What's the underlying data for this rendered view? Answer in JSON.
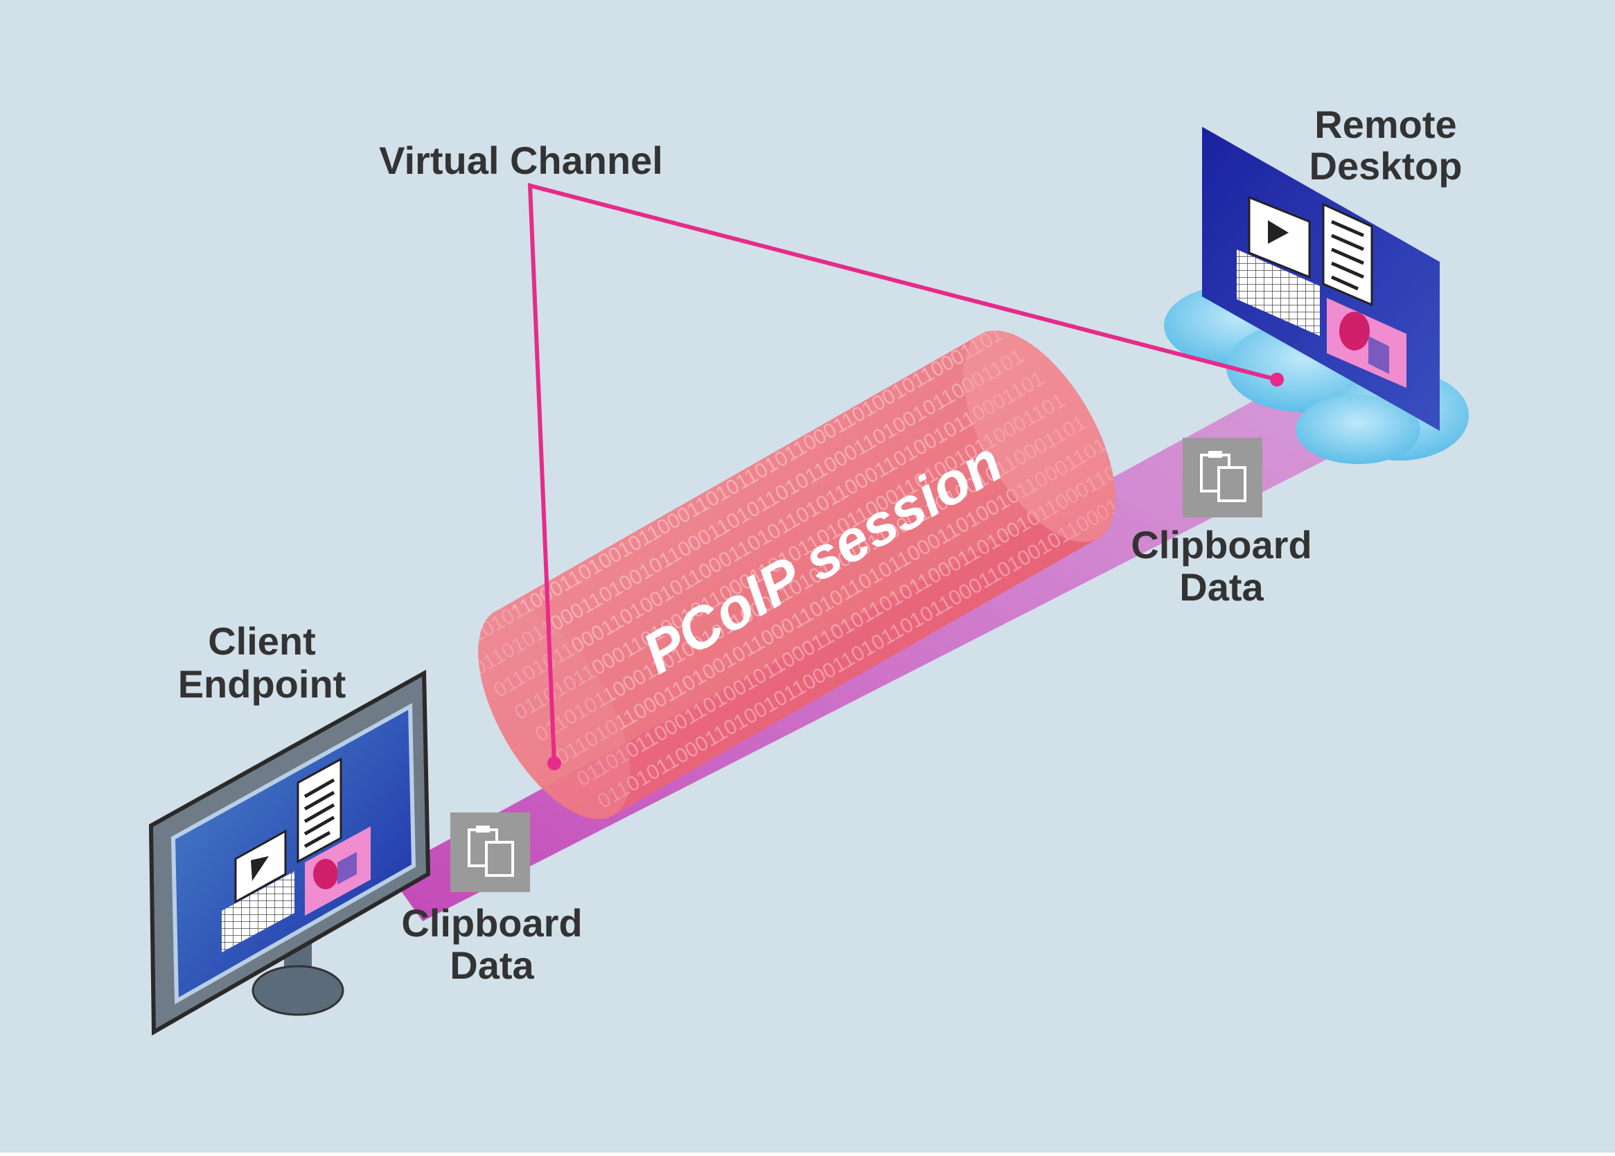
{
  "diagram": {
    "labels": {
      "virtual_channel": "Virtual Channel",
      "remote_desktop_line1": "Remote",
      "remote_desktop_line2": "Desktop",
      "client_endpoint_line1": "Client",
      "client_endpoint_line2": "Endpoint",
      "session": "PCoIP session",
      "clipboard_left_line1": "Clipboard",
      "clipboard_left_line2": "Data",
      "clipboard_right_line1": "Clipboard",
      "clipboard_right_line2": "Data"
    },
    "binary_pattern": "0110101100011010010110001101",
    "icons": {
      "clipboard": "clipboard-icon",
      "video": "video-icon",
      "document": "document-icon",
      "spreadsheet": "spreadsheet-icon",
      "shapes": "shapes-icon",
      "cloud": "cloud-icon",
      "monitor": "monitor-icon"
    },
    "colors": {
      "background": "#d2e0e9",
      "channel_line": "#e62b8a",
      "tube": "#f0707a",
      "beam": "#e070c8",
      "screen_blue": "#1e2aa8",
      "cloud": "#7ccdee",
      "clipboard_box": "#9a9a9a",
      "label_text": "#333333"
    }
  }
}
